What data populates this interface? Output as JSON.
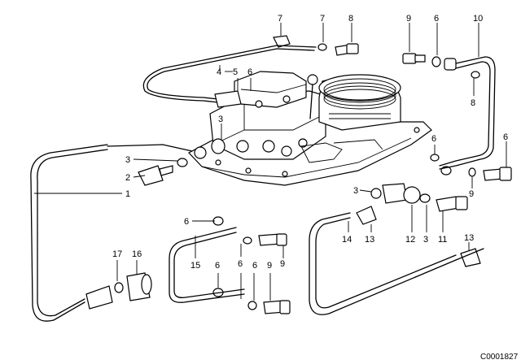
{
  "diagram": {
    "callouts": [
      "7",
      "7",
      "8",
      "9",
      "6",
      "10",
      "4",
      "5",
      "6",
      "8",
      "3",
      "3",
      "2",
      "1",
      "6",
      "6",
      "9",
      "3",
      "14",
      "13",
      "12",
      "3",
      "11",
      "6",
      "15",
      "6",
      "9",
      "17",
      "16",
      "6",
      "6",
      "9",
      "13"
    ],
    "image_code": "C0001827"
  }
}
